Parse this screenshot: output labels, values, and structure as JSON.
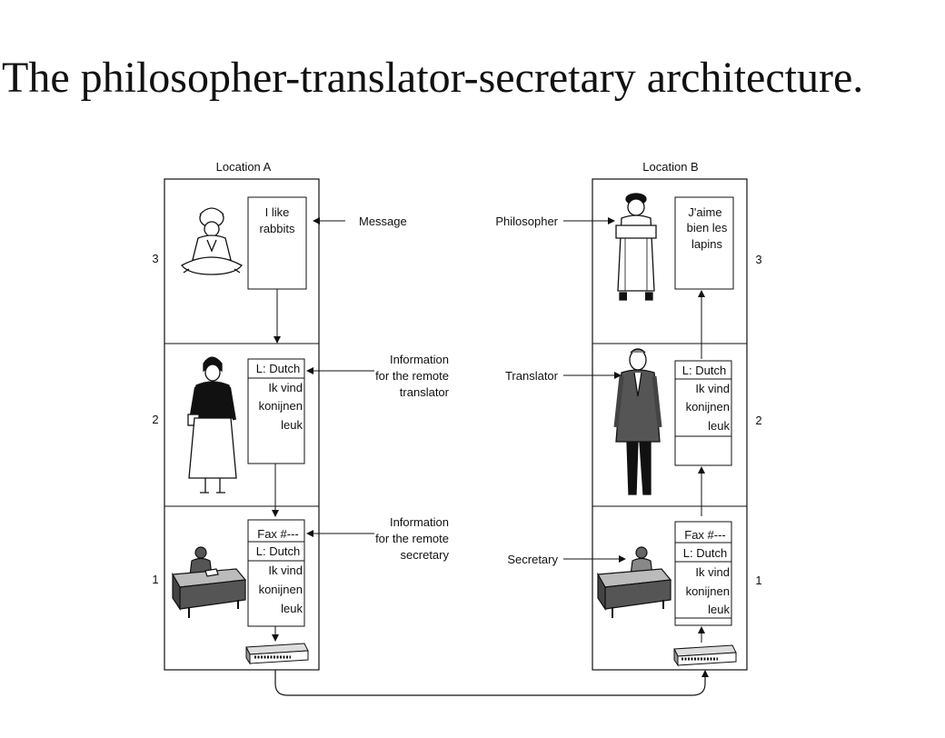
{
  "title": "The philosopher-translator-secretary architecture.",
  "location_a": {
    "label": "Location A",
    "layer3_msg": [
      "I like",
      "rabbits"
    ],
    "layer2_header": "L: Dutch",
    "layer2_body": [
      "Ik vind",
      "konijnen",
      "leuk"
    ],
    "layer1_fax": "Fax #---",
    "layer1_lang": "L: Dutch",
    "layer1_body": [
      "Ik vind",
      "konijnen",
      "leuk"
    ]
  },
  "location_b": {
    "label": "Location B",
    "layer3_msg": [
      "J'aime",
      "bien les",
      "lapins"
    ],
    "layer2_header": "L: Dutch",
    "layer2_body": [
      "Ik vind",
      "konijnen",
      "leuk"
    ],
    "layer1_fax": "Fax #---",
    "layer1_lang": "L: Dutch",
    "layer1_body": [
      "Ik vind",
      "konijnen",
      "leuk"
    ]
  },
  "layer_numbers": [
    "3",
    "2",
    "1"
  ],
  "center_labels": {
    "message": "Message",
    "info_translator": [
      "Information",
      "for the remote",
      "translator"
    ],
    "info_secretary": [
      "Information",
      "for the remote",
      "secretary"
    ]
  },
  "roles": {
    "philosopher": "Philosopher",
    "translator": "Translator",
    "secretary": "Secretary"
  }
}
